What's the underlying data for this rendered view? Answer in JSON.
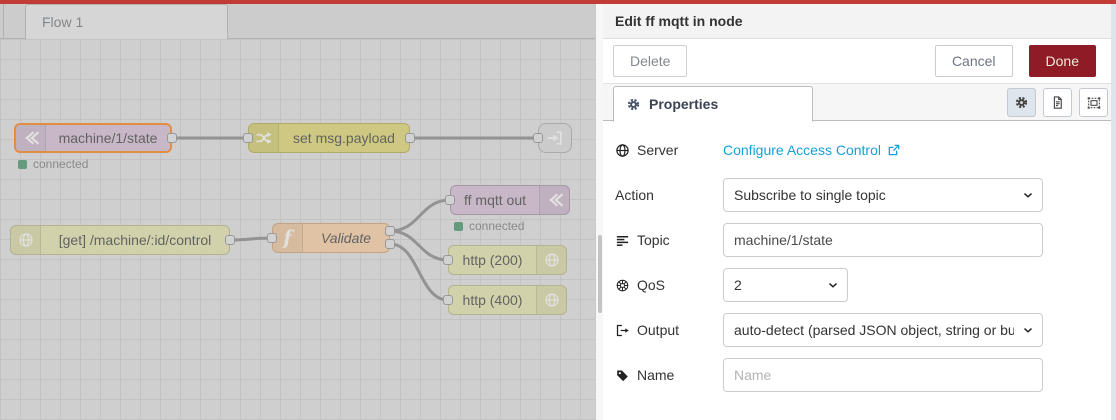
{
  "colors": {
    "accent-red": "#c23c35",
    "done-bg": "#8e1b26",
    "link-blue": "#14a1d9",
    "selection-orange": "#ff7f0e",
    "status-green": "#3f9468",
    "node-mqtt": "#d8bfd8",
    "node-change": "#e2d96e",
    "node-http-in": "#e7e7ae",
    "node-function": "#fdd0a2",
    "node-link": "#dddddd"
  },
  "canvas": {
    "tab_label": "Flow 1",
    "nodes": {
      "mqtt_in": {
        "label": "machine/1/state",
        "status": "connected"
      },
      "change": {
        "label": "set msg.payload"
      },
      "http_in": {
        "label": "[get] /machine/:id/control"
      },
      "function": {
        "label": "Validate"
      },
      "mqtt_out": {
        "label": "ff mqtt out",
        "status": "connected"
      },
      "http_response_200": {
        "label": "http (200)"
      },
      "http_response_400": {
        "label": "http (400)"
      }
    }
  },
  "panel": {
    "title": "Edit ff mqtt in node",
    "delete_label": "Delete",
    "cancel_label": "Cancel",
    "done_label": "Done",
    "tab_label": "Properties",
    "fields": {
      "server": {
        "label": "Server",
        "link": "Configure Access Control"
      },
      "action": {
        "label": "Action",
        "value": "Subscribe to single topic"
      },
      "topic": {
        "label": "Topic",
        "value": "machine/1/state"
      },
      "qos": {
        "label": "QoS",
        "value": "2"
      },
      "output": {
        "label": "Output",
        "value": "auto-detect (parsed JSON object, string or buffer)"
      },
      "name": {
        "label": "Name",
        "placeholder": "Name"
      }
    }
  }
}
